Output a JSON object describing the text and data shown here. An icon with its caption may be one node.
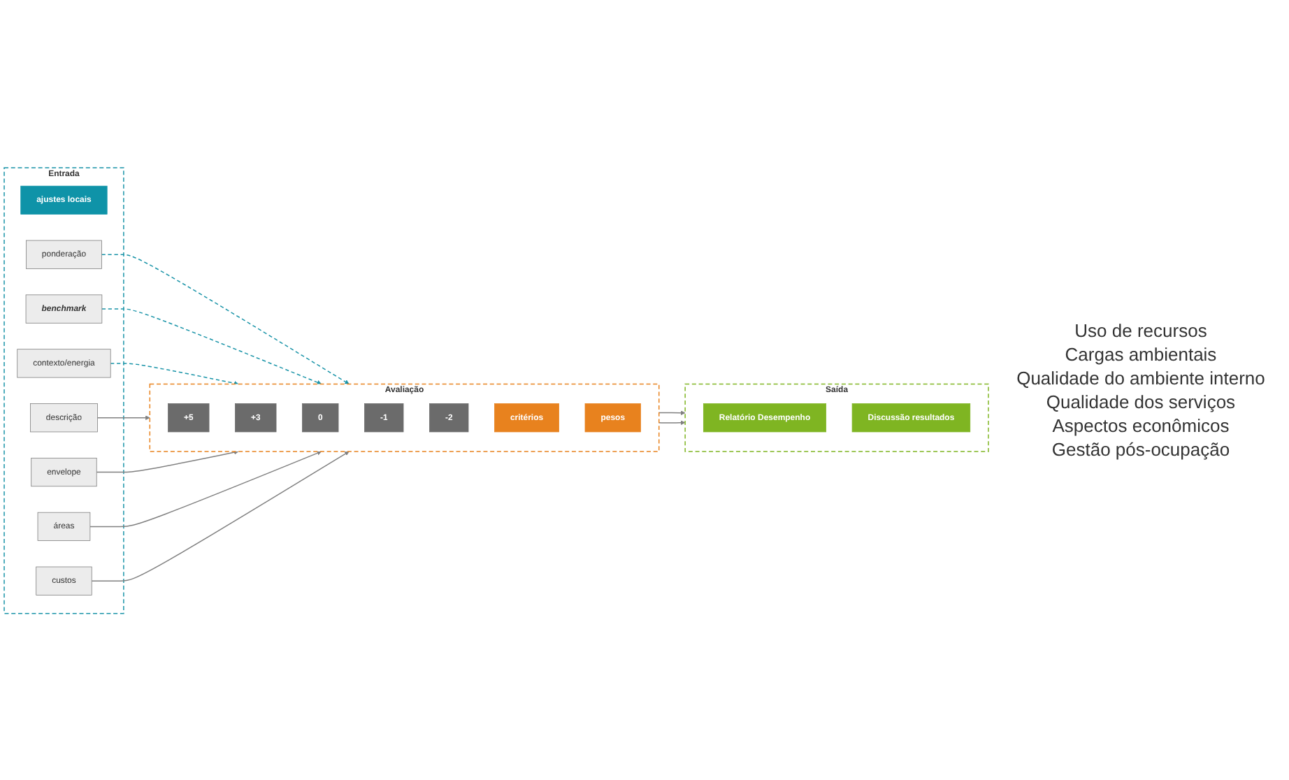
{
  "diagram": {
    "nodes": [
      {
        "text": [
          "Entrada"
        ]
      },
      {
        "text": [
          "ajustes locais"
        ],
        "in": 0
      },
      {
        "text": [
          "ponderação"
        ],
        "in": 0
      },
      {
        "text": [
          "benchmark"
        ],
        "in": 0
      },
      {
        "text": [
          "contexto/energia"
        ],
        "in": 0
      },
      {
        "text": [
          "descrição"
        ],
        "in": 0
      },
      {
        "text": [
          "envelope"
        ],
        "in": 0
      },
      {
        "text": [
          "áreas"
        ],
        "in": 0
      },
      {
        "text": [
          "custos"
        ],
        "in": 0
      },
      {
        "text": [
          "Avaliação"
        ]
      },
      {
        "text": [
          "+5"
        ],
        "in": 9
      },
      {
        "text": [
          "+3"
        ],
        "in": 9
      },
      {
        "text": [
          "0"
        ],
        "in": 9
      },
      {
        "text": [
          "-1"
        ],
        "in": 9
      },
      {
        "text": [
          "-2"
        ],
        "in": 9
      },
      {
        "text": [
          "critérios"
        ],
        "in": 9
      },
      {
        "text": [
          "pesos"
        ],
        "in": 9
      },
      {
        "text": [
          "Saída"
        ]
      },
      {
        "text": [
          "Relatório Desempenho"
        ],
        "in": 17
      },
      {
        "text": [
          "Discussão resultados"
        ],
        "in": 17
      }
    ],
    "edges": [
      {
        "from": 2,
        "to": 9,
        "arrow": "to",
        "style": "dashed",
        "color": "#1a94a8"
      },
      {
        "from": 3,
        "to": 9,
        "arrow": "to",
        "style": "dashed",
        "color": "#1a94a8"
      },
      {
        "from": 4,
        "to": 9,
        "arrow": "to",
        "style": "dashed",
        "color": "#1a94a8"
      },
      {
        "from": 5,
        "to": 9,
        "arrow": "to"
      },
      {
        "from": 6,
        "to": 9,
        "arrow": "to"
      },
      {
        "from": 7,
        "to": 9,
        "arrow": "to"
      },
      {
        "from": 8,
        "to": 9,
        "arrow": "to"
      },
      {
        "from": 9,
        "to": 17,
        "arrow": "to"
      },
      {
        "from": 9,
        "to": 17,
        "arrow": "to"
      }
    ],
    "labels": [
      "Uso de recursos",
      "Cargas ambientais",
      "Qualidade do ambiente interno",
      "Qualidade dos serviços",
      "Aspectos econômicos",
      "Gestão pós-ocupação"
    ]
  }
}
